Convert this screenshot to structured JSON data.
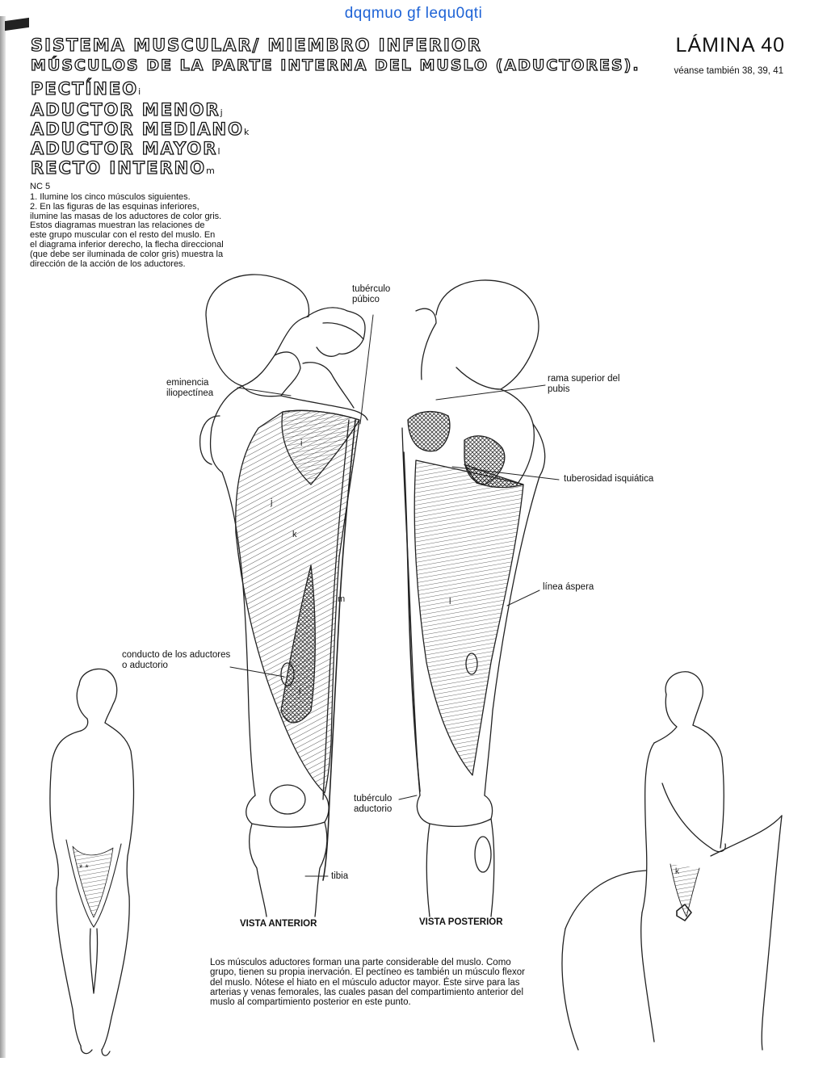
{
  "watermark": "dqqmuo gf lequ0qti",
  "header": {
    "title_line1": "SISTEMA MUSCULAR/ MIEMBRO INFERIOR",
    "title_line2": "MÚSCULOS DE LA PARTE INTERNA DEL MUSLO (ADUCTORES).",
    "lamina": "LÁMINA 40",
    "see_also": "véanse también 38, 39, 41"
  },
  "muscles": [
    {
      "name": "PECTÍNEO",
      "key": "i"
    },
    {
      "name": "ADUCTOR MENOR",
      "key": "j"
    },
    {
      "name": "ADUCTOR MEDIANO",
      "key": "k"
    },
    {
      "name": "ADUCTOR MAYOR",
      "key": "l"
    },
    {
      "name": "RECTO INTERNO",
      "key": "m"
    }
  ],
  "instructions": {
    "code": "NC 5",
    "step1": "1. Ilumine los cinco músculos siguientes.",
    "step2": "2. En las figuras de las esquinas inferiores, ilumine las masas de los aductores de color gris. Estos diagramas muestran las relaciones de este grupo muscular con el resto del muslo. En el diagrama inferior derecho, la flecha direccional (que debe ser iluminada de color gris) muestra la dirección de la acción de los aductores."
  },
  "labels": {
    "tuberculo_pubico": "tubérculo púbico",
    "eminencia": "eminencia iliopectínea",
    "rama_superior": "rama superior del pubis",
    "tuberosidad": "tuberosidad isquiática",
    "linea_aspera": "línea áspera",
    "conducto": "conducto de los aductores o aductorio",
    "tuberculo_aductorio": "tubérculo aductorio",
    "tibia": "tibia"
  },
  "views": {
    "anterior": "VISTA ANTERIOR",
    "posterior": "VISTA POSTERIOR"
  },
  "figure_marks": {
    "i": "i",
    "j": "j",
    "k": "k",
    "l": "l",
    "m": "m",
    "star": "* *"
  },
  "caption": "Los músculos aductores forman una parte considerable del muslo. Como grupo, tienen su propia inervación. El pectíneo es también un músculo flexor del muslo. Nótese el hiato en el músculo aductor mayor. Éste sirve para las arterias y venas femorales, las cuales pasan del compartimiento anterior del muslo al compartimiento posterior en este punto."
}
